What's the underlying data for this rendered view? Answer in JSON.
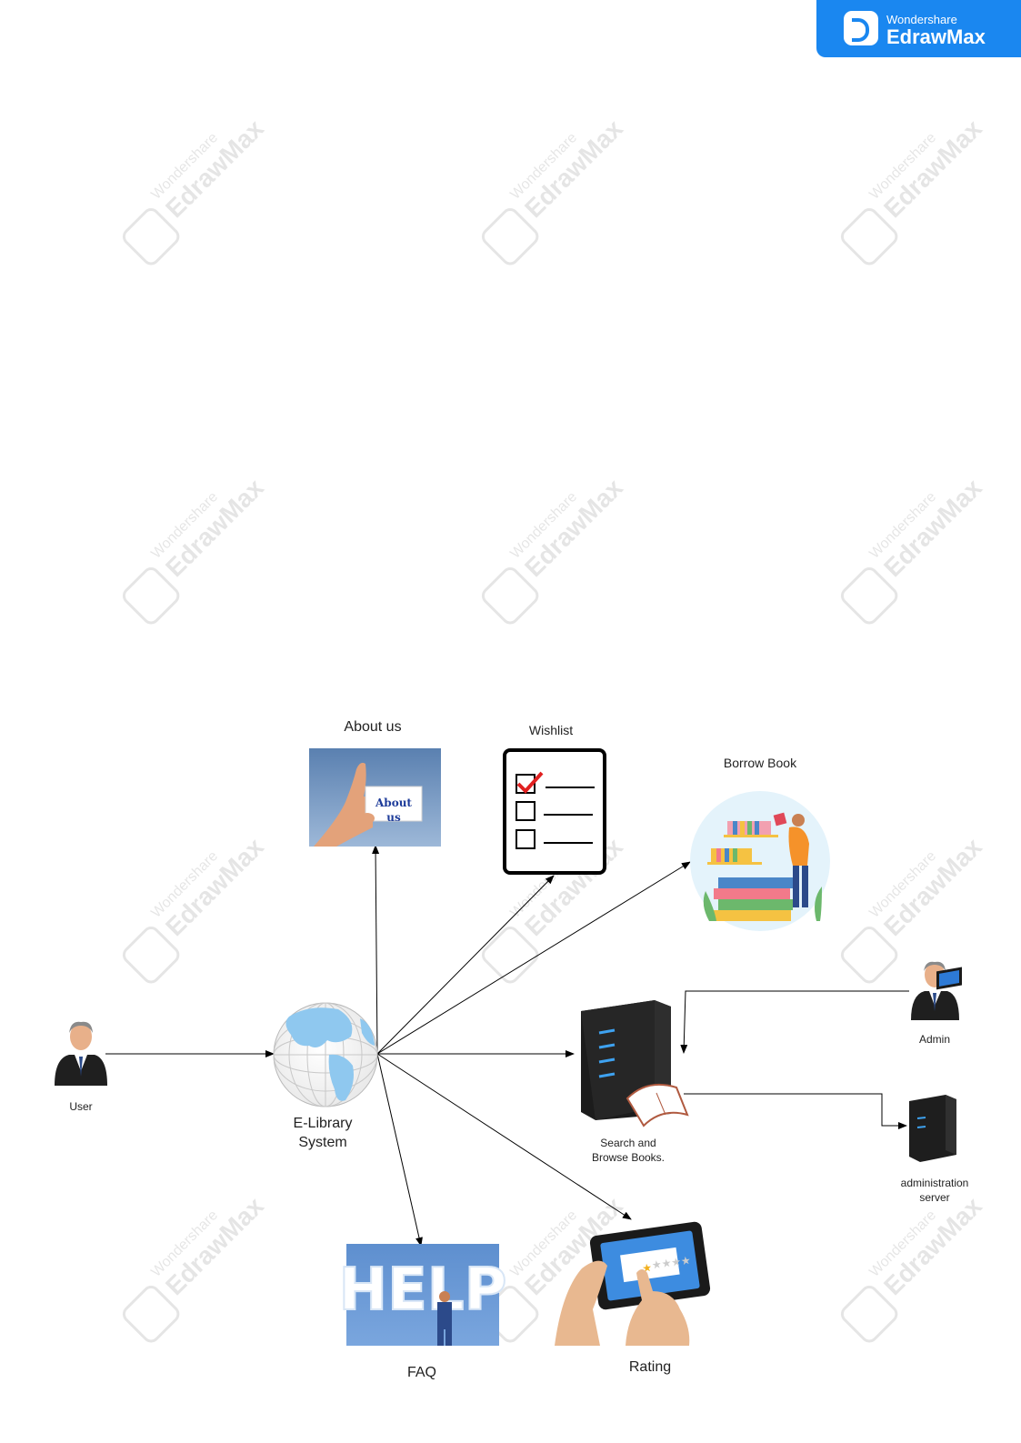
{
  "brand": {
    "small": "Wondershare",
    "big": "EdrawMax"
  },
  "watermark": {
    "small": "Wondershare",
    "big": "EdrawMax"
  },
  "nodes": {
    "user": "User",
    "elibrary": [
      "E-Library",
      "System"
    ],
    "about": "About us",
    "about_card": "About us",
    "wishlist": "Wishlist",
    "borrow": "Borrow Book",
    "search": [
      "Search and",
      "Browse Books."
    ],
    "admin": "Admin",
    "admin_server": [
      "administration",
      "server"
    ],
    "faq": "FAQ",
    "faq_art": "HELP",
    "rating": "Rating"
  },
  "colors": {
    "brand": "#1a87f0",
    "arrow": "#000000",
    "check": "#e02020"
  }
}
